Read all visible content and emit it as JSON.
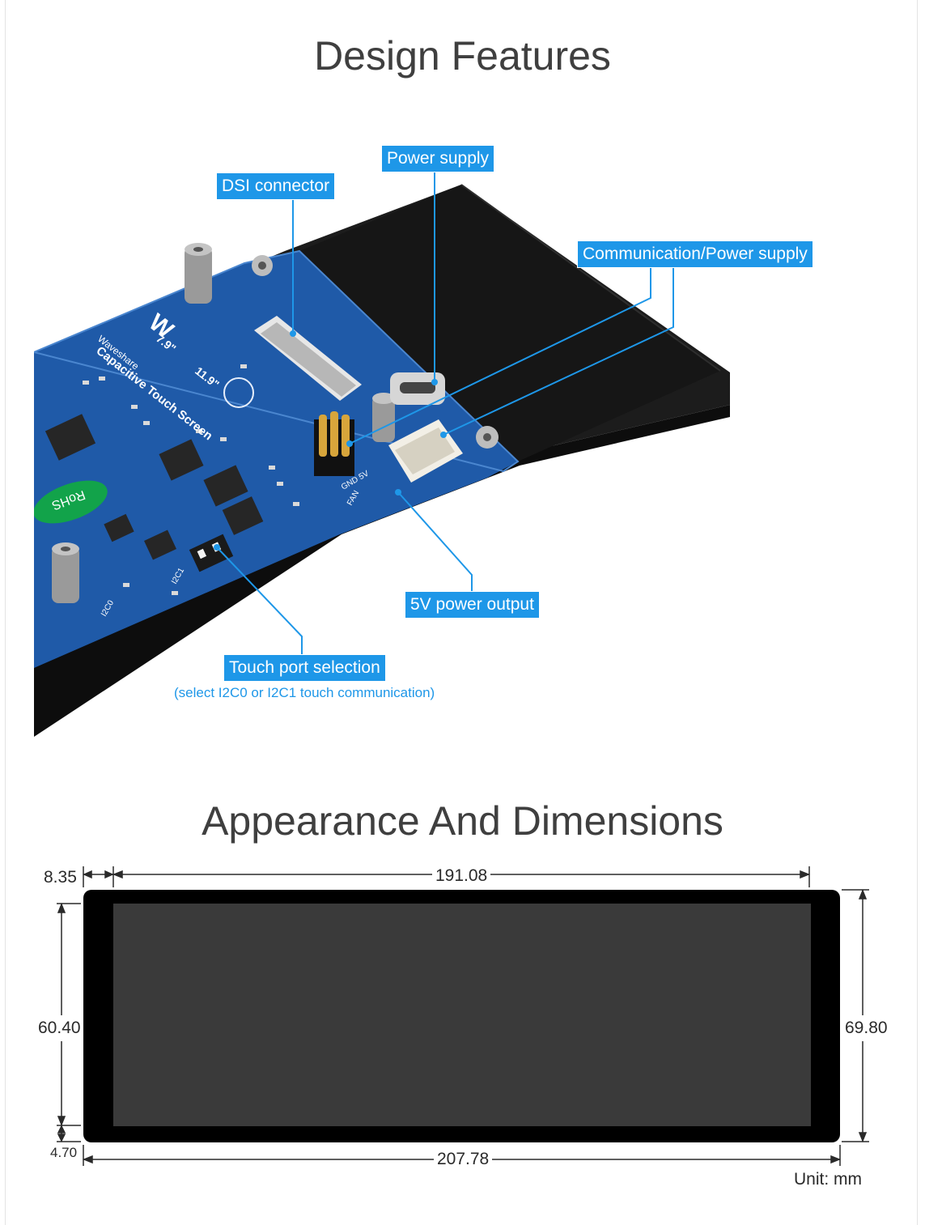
{
  "sections": {
    "design_features": "Design Features",
    "appearance": "Appearance And Dimensions"
  },
  "callouts": {
    "power_supply": "Power supply",
    "dsi_connector": "DSI connector",
    "comm_power": "Communication/Power supply",
    "power_output": "5V power output",
    "touch_port": "Touch port selection",
    "touch_port_note": "(select I2C0 or I2C1 touch communication)"
  },
  "board_print": {
    "brand": "Waveshare",
    "product": "Capacitive Touch Screen",
    "size_a": "7.9\"",
    "size_b": "11.9\"",
    "rohs": "RoHS",
    "pins": "GND 5V",
    "fan": "FAN",
    "i2c0": "I2C0",
    "i2c1": "I2C1"
  },
  "dimensions": {
    "bezel_left": "8.35",
    "active_width": "191.08",
    "active_height": "60.40",
    "outer_height": "69.80",
    "bezel_bottom": "4.70",
    "outer_width": "207.78",
    "unit": "Unit: mm"
  },
  "colors": {
    "callout": "#1e97e8",
    "pcb": "#1f5aa8",
    "chassis": "#141414",
    "screen": "#3a3a3a"
  }
}
